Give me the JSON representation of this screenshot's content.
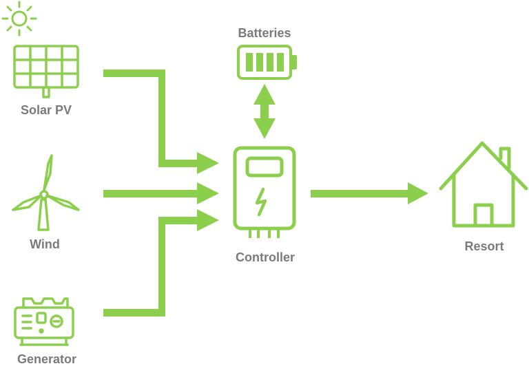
{
  "colors": {
    "accent": "#8ccf4d",
    "label": "#7a7a7a",
    "background": "#ffffff"
  },
  "nodes": {
    "solar_pv": {
      "label": "Solar PV",
      "icon": "solar-panel-icon"
    },
    "batteries": {
      "label": "Batteries",
      "icon": "battery-icon"
    },
    "wind": {
      "label": "Wind",
      "icon": "wind-turbine-icon"
    },
    "controller": {
      "label": "Controller",
      "icon": "charge-controller-icon"
    },
    "resort": {
      "label": "Resort",
      "icon": "house-icon"
    },
    "generator": {
      "label": "Generator",
      "icon": "generator-icon"
    }
  },
  "edges": [
    {
      "from": "Solar PV",
      "to": "Controller",
      "direction": "one-way"
    },
    {
      "from": "Wind",
      "to": "Controller",
      "direction": "one-way"
    },
    {
      "from": "Generator",
      "to": "Controller",
      "direction": "one-way"
    },
    {
      "from": "Batteries",
      "to": "Controller",
      "direction": "two-way"
    },
    {
      "from": "Controller",
      "to": "Resort",
      "direction": "one-way"
    }
  ]
}
